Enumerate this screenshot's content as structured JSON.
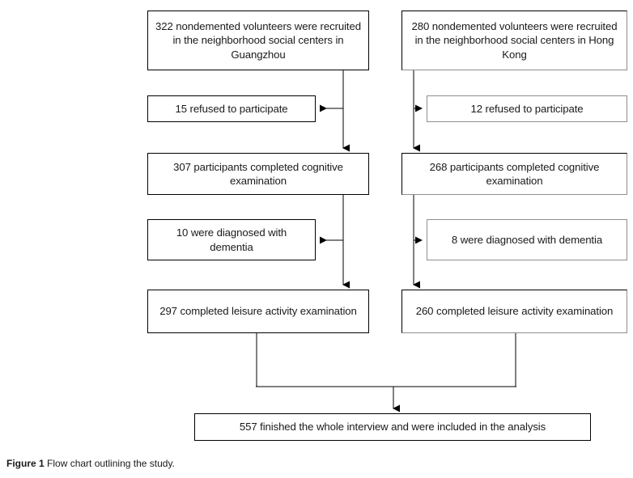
{
  "figure": {
    "caption_label": "Figure 1",
    "caption_text": "Flow chart outlining the study.",
    "type": "flow-chart",
    "colors": {
      "background": "#ffffff",
      "box_border_dark": "#000000",
      "box_border_soft": "#8e8e8e",
      "connector": "#000000",
      "text": "#1a1a1a"
    }
  },
  "flow": {
    "columns": [
      {
        "site": "Guangzhou",
        "nodes": [
          {
            "id": "gz-recruited",
            "text": "322 nondemented volunteers were recruited in the neighborhood social centers in Guangzhou",
            "count": 322
          },
          {
            "id": "gz-refused",
            "text": "15 refused to participate",
            "count": 15
          },
          {
            "id": "gz-cognitive",
            "text": "307 participants completed cognitive examination",
            "count": 307
          },
          {
            "id": "gz-dementia",
            "text": "10 were diagnosed with dementia",
            "count": 10
          },
          {
            "id": "gz-leisure",
            "text": "297 completed leisure activity examination",
            "count": 297
          }
        ]
      },
      {
        "site": "Hong Kong",
        "nodes": [
          {
            "id": "hk-recruited",
            "text": "280 nondemented volunteers were recruited in the neighborhood social centers in Hong Kong",
            "count": 280
          },
          {
            "id": "hk-refused",
            "text": "12 refused to participate",
            "count": 12
          },
          {
            "id": "hk-cognitive",
            "text": "268 participants completed cognitive examination",
            "count": 268
          },
          {
            "id": "hk-dementia",
            "text": "8 were diagnosed with dementia",
            "count": 8
          },
          {
            "id": "hk-leisure",
            "text": "260 completed leisure activity examination",
            "count": 260
          }
        ]
      }
    ],
    "total": {
      "id": "total",
      "text": "557 finished the whole interview and were included in the analysis",
      "count": 557
    }
  }
}
